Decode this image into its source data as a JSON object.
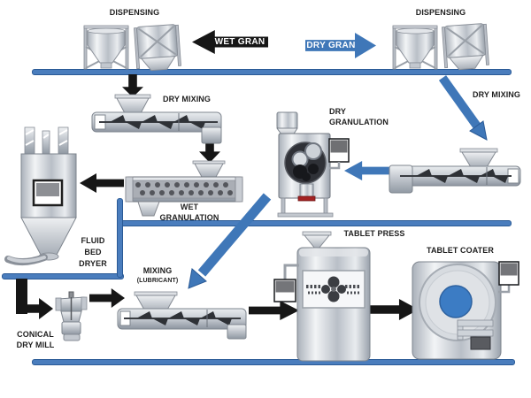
{
  "labels": {
    "dispensing_left": "DISPENSING",
    "dispensing_right": "DISPENSING",
    "wet_gran": "WET GRAN",
    "dry_gran": "DRY GRAN",
    "dry_mixing_left": "DRY MIXING",
    "dry_mixing_right": "DRY MIXING",
    "dry_granulation": [
      "DRY",
      "GRANULATION"
    ],
    "wet_granulation": [
      "WET",
      "GRANULATION"
    ],
    "fluid_bed_dryer": [
      "FLUID",
      "BED",
      "DRYER"
    ],
    "mixing": [
      "MIXING",
      "(LUBRICANT)"
    ],
    "conical_dry_mill": [
      "CONICAL",
      "DRY MILL"
    ],
    "tablet_press": "TABLET PRESS",
    "tablet_coater": "TABLET COATER"
  },
  "colors": {
    "flow_line_blue": "#4a7dbd",
    "flow_line_border": "#2a5a96",
    "arrow_black": "#161616",
    "arrow_blue": "#3f77b8",
    "coater_drum_blue": "#3c7cc4",
    "discharge_red": "#a32222"
  }
}
